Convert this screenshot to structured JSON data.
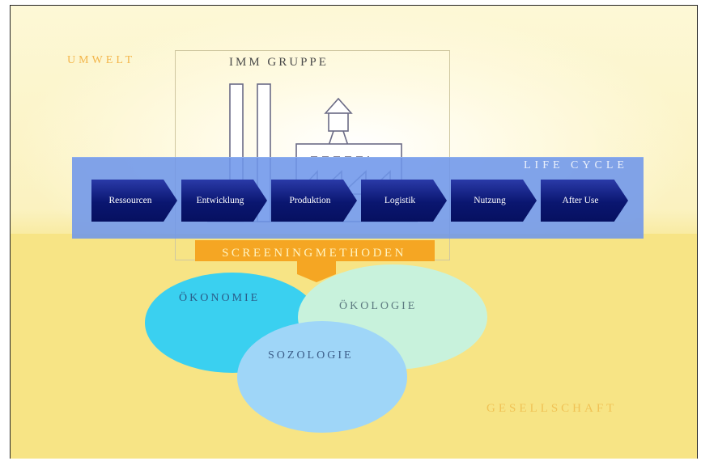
{
  "labels": {
    "umwelt": "UMWELT",
    "imm_gruppe": "IMM GRUPPE",
    "life_cycle": "LIFE CYCLE",
    "gesellschaft": "GESELLSCHAFT",
    "screening": "SCREENINGMETHODEN"
  },
  "stages": [
    "Ressourcen",
    "Entwicklung",
    "Produktion",
    "Logistik",
    "Nutzung",
    "After Use"
  ],
  "circles": {
    "okonomie": "ÖKONOMIE",
    "okologie": "ÖKOLOGIE",
    "sozologie": "SOZOLOGIE"
  },
  "colors": {
    "background_top": "#fdf8d6",
    "background_bottom": "#f7e485",
    "life_cycle_band": "#6e96eb",
    "chevron": "#0a1670",
    "screening": "#f5a623",
    "okonomie": "#3ad0f0",
    "okologie": "#c8f2dc",
    "sozologie": "#9fd6f8"
  }
}
